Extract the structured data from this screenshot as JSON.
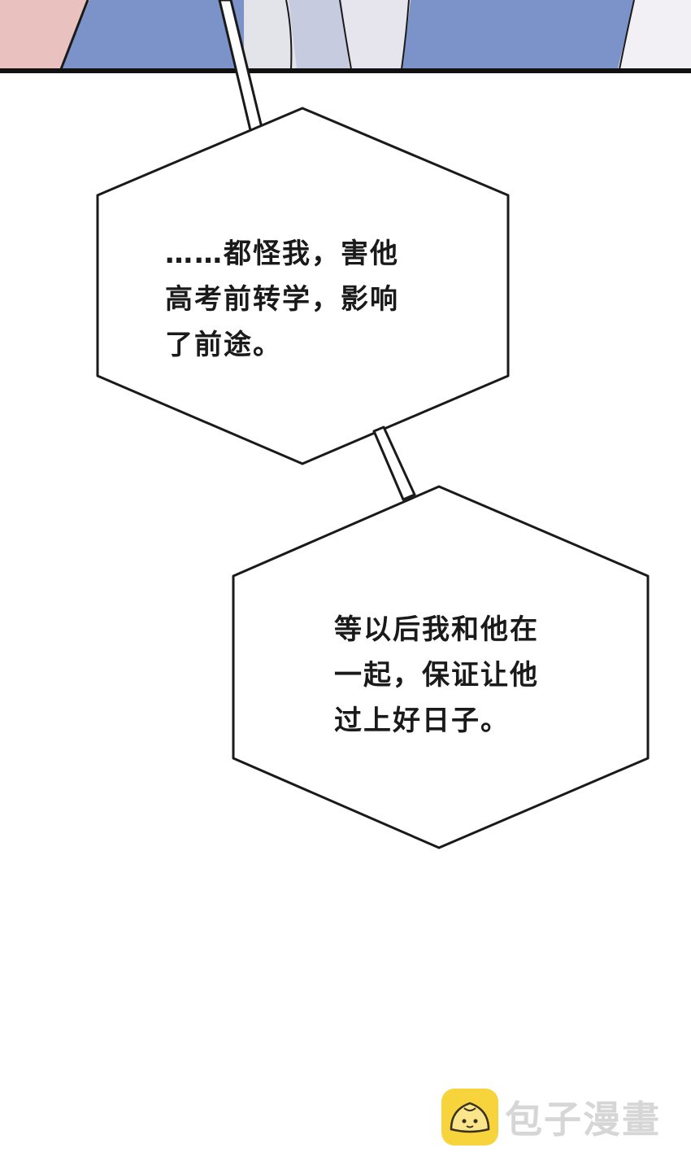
{
  "bubbles": [
    {
      "text": "……都怪我，害他\n高考前转学，影响\n了前途。"
    },
    {
      "text": "等以后我和他在\n一起，保证让他\n过上好日子。"
    }
  ],
  "watermark": {
    "text": "包子漫畫",
    "icon": "bun-mascot-icon"
  },
  "colors": {
    "panel_blue": "#7b93c9",
    "panel_pink": "#e9c2c0",
    "panel_white": "#ece9ef",
    "ink": "#1a1a1a",
    "logo_yellow": "#f7d43b"
  }
}
